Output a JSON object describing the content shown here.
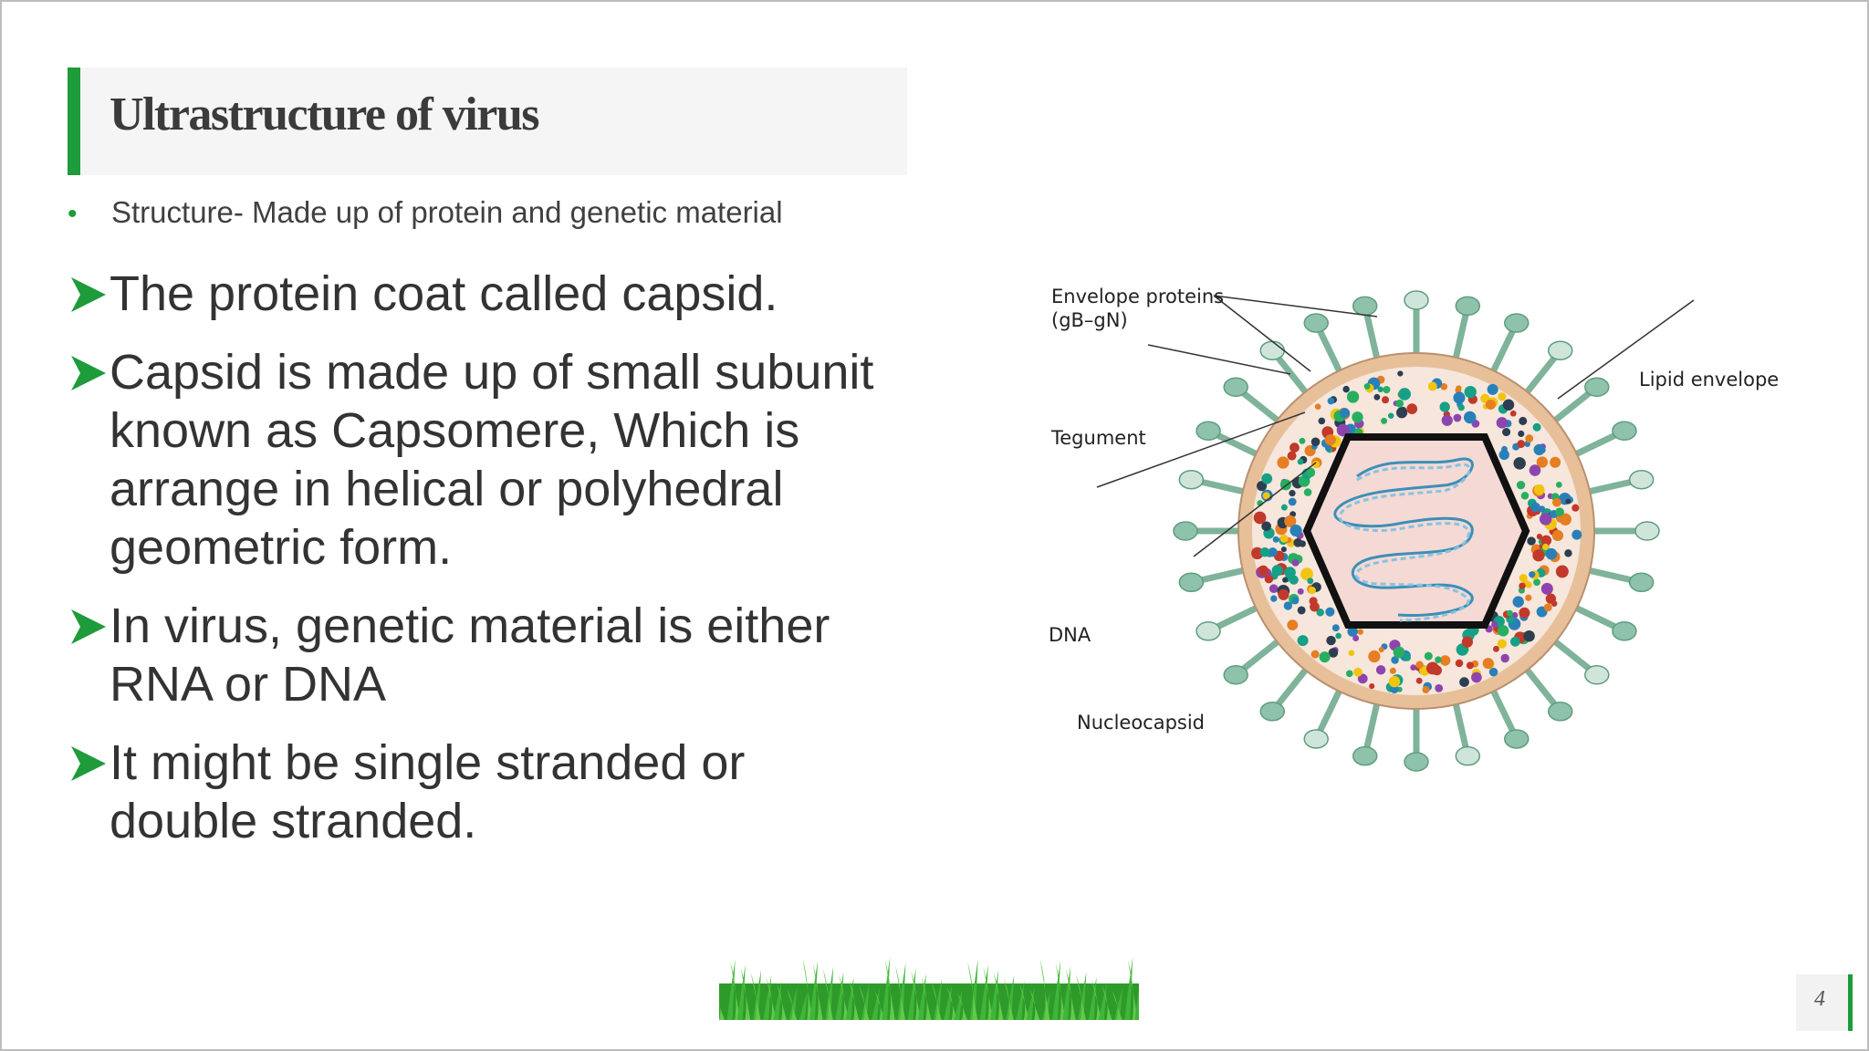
{
  "slide": {
    "title": "Ultrastructure of virus",
    "structure_line": "Structure- Made up of protein and genetic material",
    "points": [
      {
        "lines": [
          "The protein coat called capsid."
        ]
      },
      {
        "lines": [
          "Capsid is made up of small subunit",
          "known as Capsomere, Which is",
          "arrange in helical or polyhedral",
          "geometric form."
        ]
      },
      {
        "lines": [
          "In virus, genetic material is either",
          "RNA or DNA"
        ]
      },
      {
        "lines": [
          "It might be single stranded or",
          "double stranded."
        ]
      }
    ],
    "page_number": "4",
    "accent_color": "#1e9b3a"
  },
  "figure": {
    "labels": {
      "envelope_proteins_1": "Envelope proteins",
      "envelope_proteins_2": "(gB–gN)",
      "lipid_envelope": "Lipid envelope",
      "tegument": "Tegument",
      "dna": "DNA",
      "nucleocapsid": "Nucleocapsid"
    }
  }
}
